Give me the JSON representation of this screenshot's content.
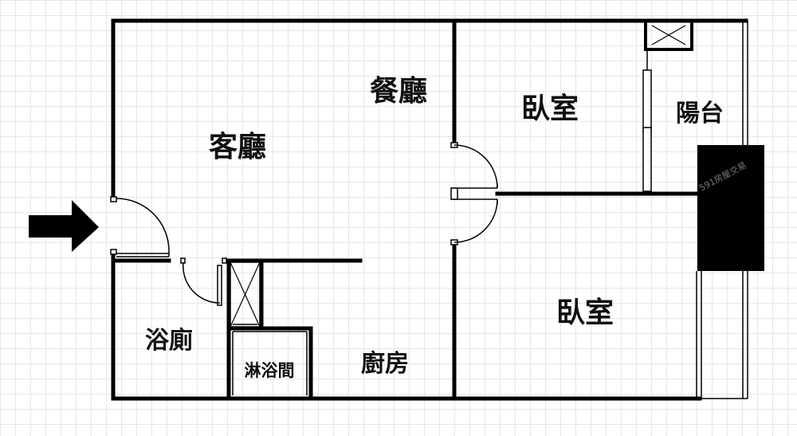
{
  "floor_plan": {
    "rooms": {
      "living_room": "客廳",
      "dining_room": "餐廳",
      "bedroom_1": "臥室",
      "balcony": "陽台",
      "bedroom_2": "臥室",
      "bathroom": "浴廁",
      "shower_room": "淋浴間",
      "kitchen": "廚房"
    },
    "watermark": "591房屋交易",
    "colors": {
      "wall": "#000000",
      "background": "#ffffff",
      "grid": "#e6e6e6"
    }
  }
}
